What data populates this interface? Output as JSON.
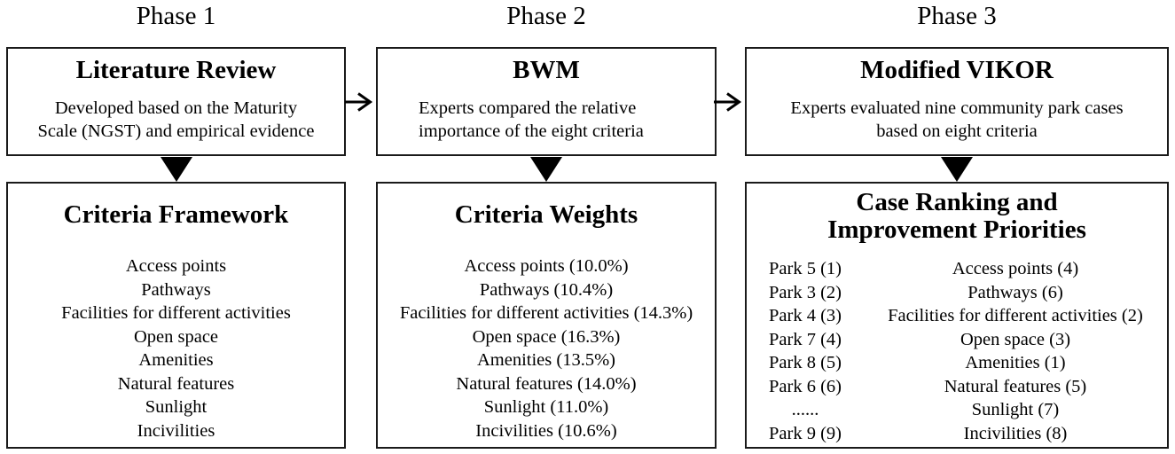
{
  "phases": [
    {
      "label": "Phase 1",
      "top_box": {
        "title": "Literature Review",
        "description_lines": [
          "Developed based on the Maturity",
          "Scale (NGST) and empirical evidence"
        ]
      },
      "bottom_box": {
        "title": "Criteria Framework",
        "items": [
          "Access points",
          "Pathways",
          "Facilities for different activities",
          "Open space",
          "Amenities",
          "Natural features",
          "Sunlight",
          "Incivilities"
        ]
      }
    },
    {
      "label": "Phase 2",
      "top_box": {
        "title": "BWM",
        "description_lines": [
          "Experts compared the relative",
          "importance of the eight criteria"
        ]
      },
      "bottom_box": {
        "title": "Criteria Weights",
        "items": [
          "Access points (10.0%)",
          "Pathways (10.4%)",
          "Facilities for different activities (14.3%)",
          "Open space (16.3%)",
          "Amenities (13.5%)",
          "Natural features (14.0%)",
          "Sunlight (11.0%)",
          "Incivilities (10.6%)"
        ]
      }
    },
    {
      "label": "Phase 3",
      "top_box": {
        "title": "Modified VIKOR",
        "description_lines": [
          "Experts evaluated nine community park cases",
          "based on eight criteria"
        ]
      },
      "bottom_box": {
        "title_lines": [
          "Case Ranking and",
          "Improvement Priorities"
        ],
        "ranking": [
          "Park 5 (1)",
          "Park 3 (2)",
          "Park 4 (3)",
          "Park 7 (4)",
          "Park 8 (5)",
          "Park 6 (6)",
          "......",
          "Park 9 (9)"
        ],
        "priorities": [
          "Access points (4)",
          "Pathways (6)",
          "Facilities for different activities (2)",
          "Open space (3)",
          "Amenities (1)",
          "Natural features (5)",
          "Sunlight (7)",
          "Incivilities (8)"
        ]
      }
    }
  ],
  "colors": {
    "text": "#000000",
    "border": "#1a1a1a",
    "background": "#ffffff"
  }
}
